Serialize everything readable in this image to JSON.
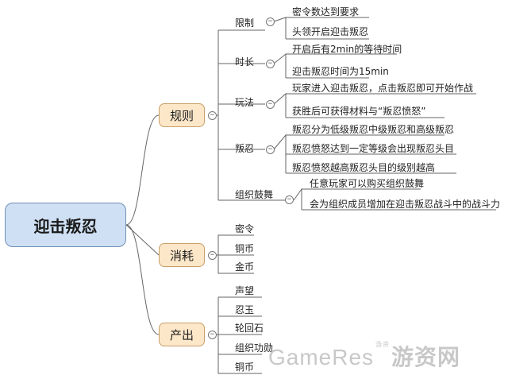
{
  "root": {
    "label": "迎击叛忍"
  },
  "branches": {
    "rules": {
      "label": "规则",
      "groups": [
        {
          "label": "限制",
          "items": [
            "密令数达到要求",
            "头领开启迎击叛忍"
          ]
        },
        {
          "label": "时长",
          "items": [
            "开启后有2min的等待时间",
            "迎击叛忍时间为15min"
          ]
        },
        {
          "label": "玩法",
          "items": [
            "玩家进入迎击叛忍，点击叛忍即可开始作战",
            "获胜后可获得材料与“叛忍愤怒”"
          ]
        },
        {
          "label": "叛忍",
          "items": [
            "叛忍分为低级叛忍中级叛忍和高级叛忍",
            "叛忍愤怒达到一定等级会出现叛忍头目",
            "叛忍愤怒越高叛忍头目的级别越高"
          ]
        },
        {
          "label": "组织鼓舞",
          "items": [
            "任意玩家可以购买组织鼓舞",
            "会为组织成员增加在迎击叛忍战斗中的战斗力"
          ]
        }
      ]
    },
    "consume": {
      "label": "消耗",
      "items": [
        "密令",
        "铜币",
        "金币"
      ]
    },
    "output": {
      "label": "产出",
      "items": [
        "声望",
        "忍玉",
        "轮回石",
        "组织功勋",
        "铜币"
      ]
    }
  },
  "toggle_symbol": "−",
  "watermark": {
    "brand": "GameRes",
    "small": "游资",
    "cn": "游资网"
  }
}
